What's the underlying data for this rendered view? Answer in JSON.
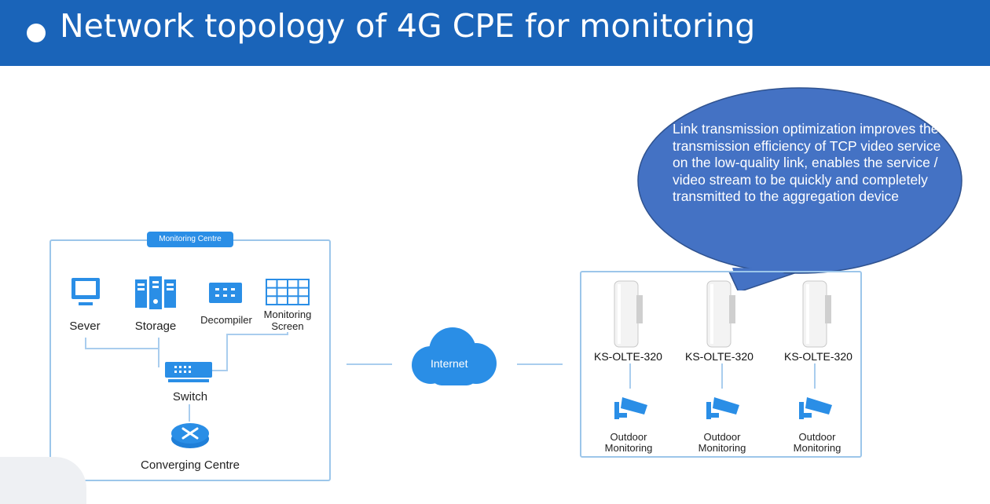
{
  "header": {
    "title": "Network topology of 4G CPE for monitoring"
  },
  "monitoring_centre": {
    "label": "Monitoring Centre",
    "items": [
      {
        "label": "Sever",
        "icon": "monitor-icon"
      },
      {
        "label": "Storage",
        "icon": "server-rack-icon"
      },
      {
        "label": "Decompiler",
        "icon": "decompiler-icon"
      },
      {
        "label_line1": "Monitoring",
        "label_line2": "Screen",
        "icon": "video-wall-icon"
      }
    ],
    "switch_label": "Switch",
    "converging_label": "Converging Centre"
  },
  "cloud": {
    "label": "Internet"
  },
  "callout": {
    "text": " Link transmission optimization improves the transmission efficiency of TCP video service on the low-quality link, enables the service / video stream to be quickly and completely transmitted to the aggregation device"
  },
  "sites": [
    {
      "device": "KS-OLTE-320",
      "camera_line1": "Outdoor",
      "camera_line2": "Monitoring"
    },
    {
      "device": "KS-OLTE-320",
      "camera_line1": "Outdoor",
      "camera_line2": "Monitoring"
    },
    {
      "device": "KS-OLTE-320",
      "camera_line1": "Outdoor",
      "camera_line2": "Monitoring"
    }
  ],
  "colors": {
    "header": "#1a64b9",
    "accent": "#2a8ee6",
    "bubble": "#4472c4",
    "box_border": "#9cc6ea"
  }
}
